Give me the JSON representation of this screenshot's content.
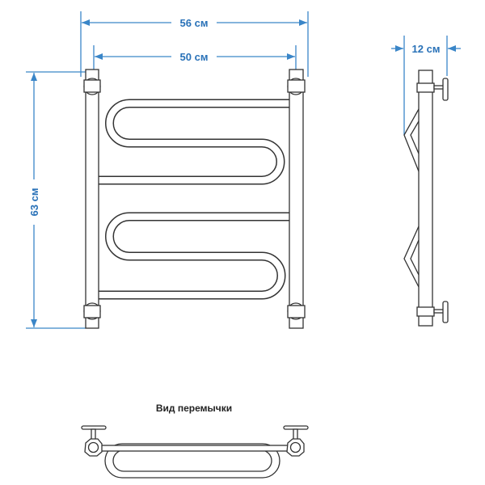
{
  "dimensions": {
    "overall_width": "56 см",
    "axis_width": "50 см",
    "height": "63 см",
    "depth": "12 см"
  },
  "bottom_view": {
    "title": "Вид перемычки"
  },
  "colors": {
    "dimension": "#2a72b8",
    "outline": "#333333"
  }
}
